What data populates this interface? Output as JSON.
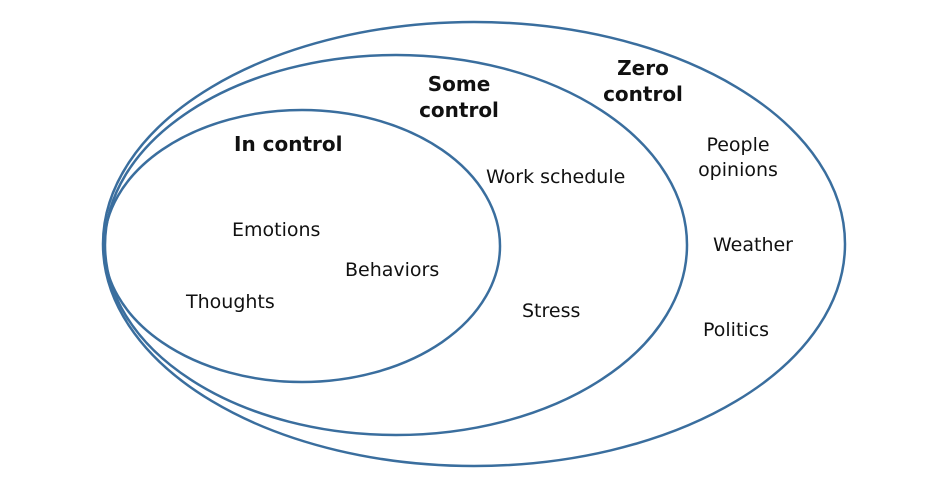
{
  "colors": {
    "ring_stroke": "#3a6e9e",
    "text": "#111111",
    "background": "#ffffff"
  },
  "diagram": {
    "type": "nested-circles",
    "zones": [
      {
        "title_line1": "Zero",
        "title_line2": "control",
        "items": [
          "People",
          "opinions",
          "Weather",
          "Politics"
        ]
      },
      {
        "title_line1": "Some",
        "title_line2": "control",
        "items": [
          "Work schedule",
          "Stress"
        ]
      },
      {
        "title": "In control",
        "items": [
          "Emotions",
          "Behaviors",
          "Thoughts"
        ]
      }
    ]
  }
}
